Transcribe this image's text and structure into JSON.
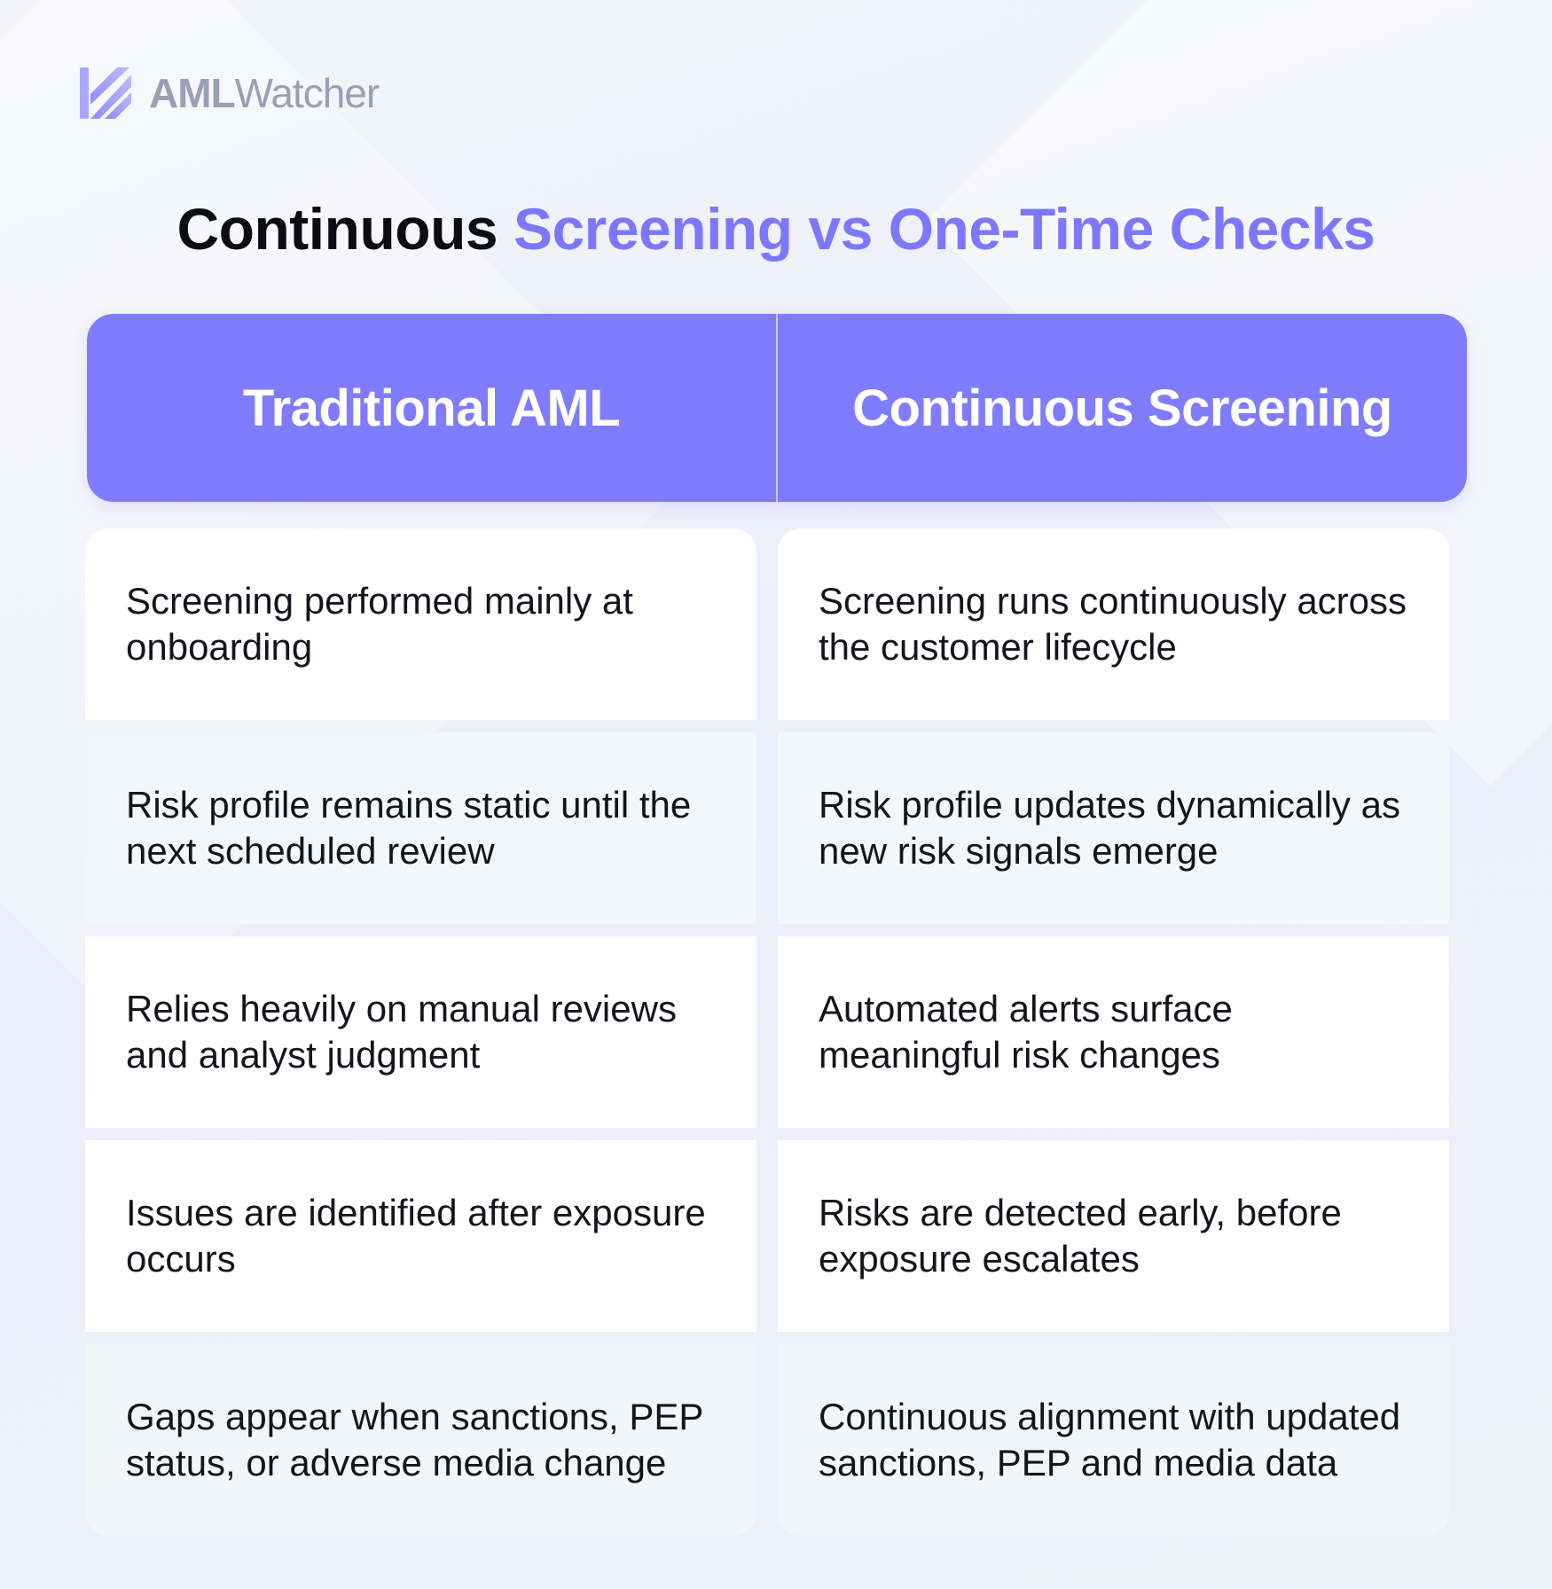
{
  "brand": {
    "name_strong": "AML",
    "name_light": "Watcher",
    "logo_icon": "stripes-logo-icon",
    "color": "#9aa0b4"
  },
  "title": {
    "prefix": "Continuous",
    "highlight": "Screening vs One-Time Checks",
    "accent_color": "#7b78ff"
  },
  "columns": [
    "Traditional AML",
    "Continuous Screening"
  ],
  "header_color": "#7f7cff",
  "rows": [
    {
      "traditional": "Screening performed mainly at onboarding",
      "continuous": "Screening runs continuously across the customer lifecycle"
    },
    {
      "traditional": "Risk profile remains static until the next scheduled review",
      "continuous": "Risk profile updates dynamically as new risk signals emerge"
    },
    {
      "traditional": "Relies heavily on manual reviews and analyst judgment",
      "continuous": "Automated alerts surface meaningful risk changes"
    },
    {
      "traditional": "Issues are identified after exposure occurs",
      "continuous": "Risks are detected early, before exposure escalates"
    },
    {
      "traditional": "Gaps appear when sanctions, PEP status, or adverse media change",
      "continuous": "Continuous alignment with updated sanctions, PEP and media data"
    }
  ]
}
